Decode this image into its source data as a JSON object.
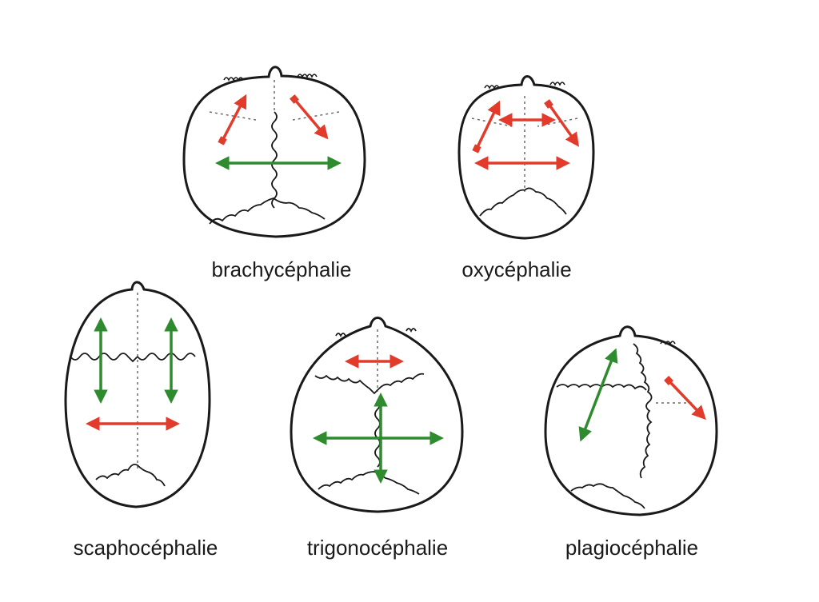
{
  "colors": {
    "outline": "#1a1a1a",
    "suture": "#1a1a1a",
    "midline": "#6b6b6b",
    "reduced_growth": "#e23b2c",
    "increased_growth": "#2e8b2e"
  },
  "icons": [
    "skull-outline",
    "double-arrow"
  ],
  "shapes": {
    "brachy": {
      "label": "brachycéphalie"
    },
    "oxy": {
      "label": "oxycéphalie"
    },
    "scapho": {
      "label": "scaphocéphalie"
    },
    "trigono": {
      "label": "trigonocéphalie"
    },
    "plagio": {
      "label": "plagiocéphalie"
    }
  }
}
